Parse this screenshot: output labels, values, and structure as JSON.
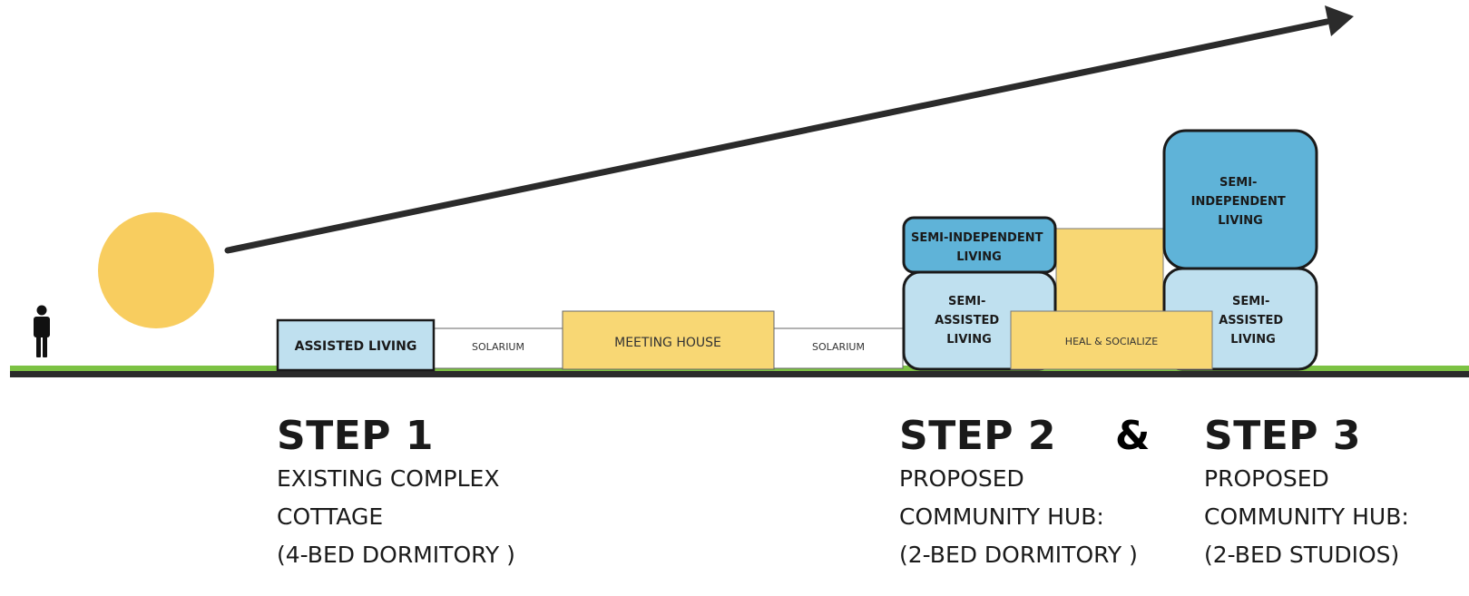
{
  "colors": {
    "ground": "#2b2b2b",
    "grass": "#7cc243",
    "sun": "#f8cd5f",
    "assisted": "#bfe0ef",
    "independent": "#5fb3d8",
    "community": "#f8d774",
    "solarium": "#ffffff",
    "outline": "#1a1a1a",
    "arrow": "#2b2b2b"
  },
  "icons": {
    "person": "person-icon",
    "sun": "sun-icon",
    "arrow": "arrow-right-icon"
  },
  "buildings": {
    "assisted_living": "ASSISTED LIVING",
    "solarium_1": "SOLARIUM",
    "meeting_house": "MEETING HOUSE",
    "solarium_2": "SOLARIUM",
    "step2_semi_independent": [
      "SEMI-INDEPENDENT",
      "LIVING"
    ],
    "step2_semi_assisted": [
      "SEMI-",
      "ASSISTED",
      "LIVING"
    ],
    "heal_socialize": "HEAL & SOCIALIZE",
    "step3_semi_independent": [
      "SEMI-",
      "INDEPENDENT",
      "LIVING"
    ],
    "step3_semi_assisted": [
      "SEMI-",
      "ASSISTED",
      "LIVING"
    ]
  },
  "steps": [
    {
      "heading": "STEP 1",
      "lines": [
        "EXISTING COMPLEX",
        "COTTAGE",
        "(4-BED DORMITORY )"
      ]
    },
    {
      "heading": "STEP 2",
      "lines": [
        "PROPOSED",
        "COMMUNITY HUB:",
        "(2-BED DORMITORY )"
      ]
    },
    {
      "heading": "STEP 3",
      "lines": [
        "PROPOSED",
        "COMMUNITY HUB:",
        "(2-BED STUDIOS)"
      ]
    }
  ],
  "ampersand": "&"
}
